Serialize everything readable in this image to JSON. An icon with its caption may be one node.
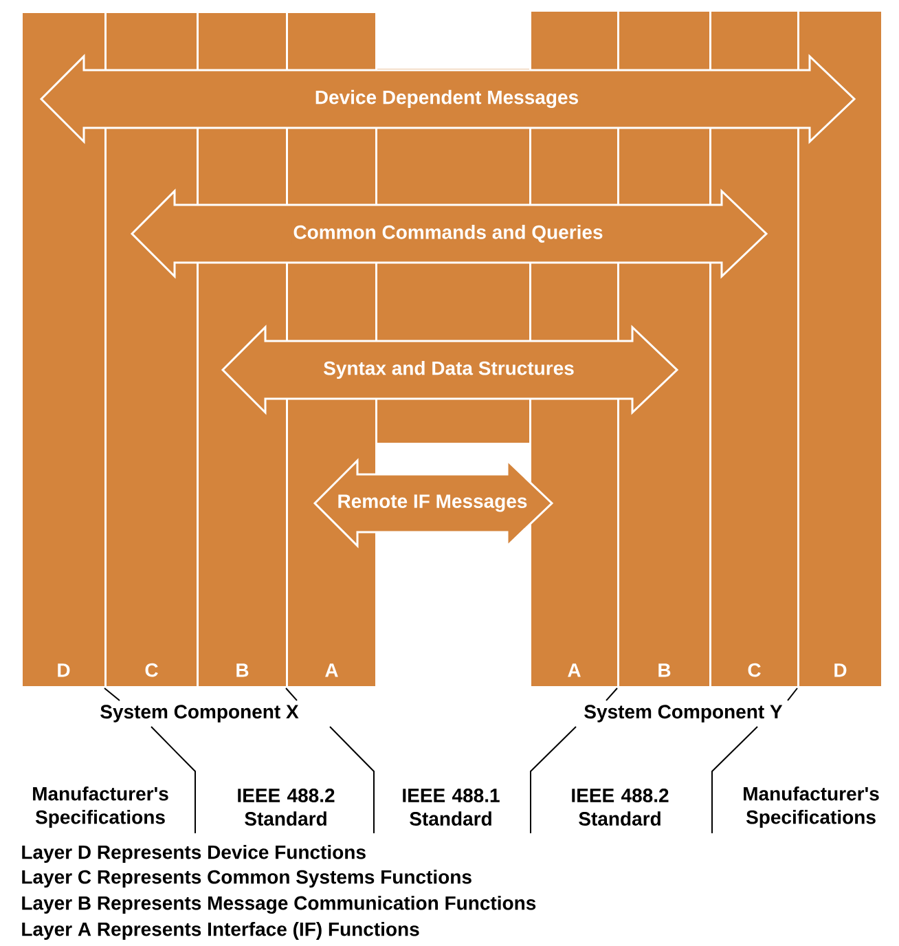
{
  "diagram": {
    "nodes": [
      {
        "text": [
          "D"
        ]
      },
      {
        "text": [
          "C"
        ]
      },
      {
        "text": [
          "B"
        ]
      },
      {
        "text": [
          "A"
        ]
      },
      {
        "text": [
          "A"
        ]
      },
      {
        "text": [
          "B"
        ]
      },
      {
        "text": [
          "C"
        ]
      },
      {
        "text": [
          "D"
        ]
      },
      {
        "text": [
          "System Component X"
        ]
      },
      {
        "text": [
          "System Component Y"
        ]
      }
    ],
    "edges": [
      {
        "from": 8,
        "to": 1,
        "arrow": "none"
      },
      {
        "from": 8,
        "to": 3,
        "arrow": "none"
      },
      {
        "from": 8,
        "to": null,
        "arrow": "none"
      },
      {
        "from": 8,
        "to": null,
        "arrow": "none"
      },
      {
        "from": 9,
        "to": 5,
        "arrow": "none"
      },
      {
        "from": 9,
        "to": 7,
        "arrow": "none"
      },
      {
        "from": 9,
        "to": null,
        "arrow": "none"
      },
      {
        "from": 9,
        "to": null,
        "arrow": "none"
      },
      {
        "from": 0,
        "to": 7,
        "arrow": "both",
        "label": "Device Dependent Messages"
      },
      {
        "from": 1,
        "to": 6,
        "arrow": "both",
        "label": "Common Commands and Queries"
      },
      {
        "from": 2,
        "to": 5,
        "arrow": "both",
        "label": "Syntax and Data Structures"
      },
      {
        "from": 3,
        "to": 4,
        "arrow": "both",
        "label": "Remote IF Messages"
      }
    ],
    "labels": [
      "Manufacturer's Specifications",
      "IEEE 488.2 Standard",
      "IEEE 488.1 Standard",
      "IEEE 488.2 Standard",
      "Manufacturer's Specifications",
      "Layer D Represents Device Functions",
      "Layer C Represents Common Systems Functions",
      "Layer B Represents Message Communication Functions",
      "Layer A Represents Interface (IF) Functions"
    ]
  }
}
